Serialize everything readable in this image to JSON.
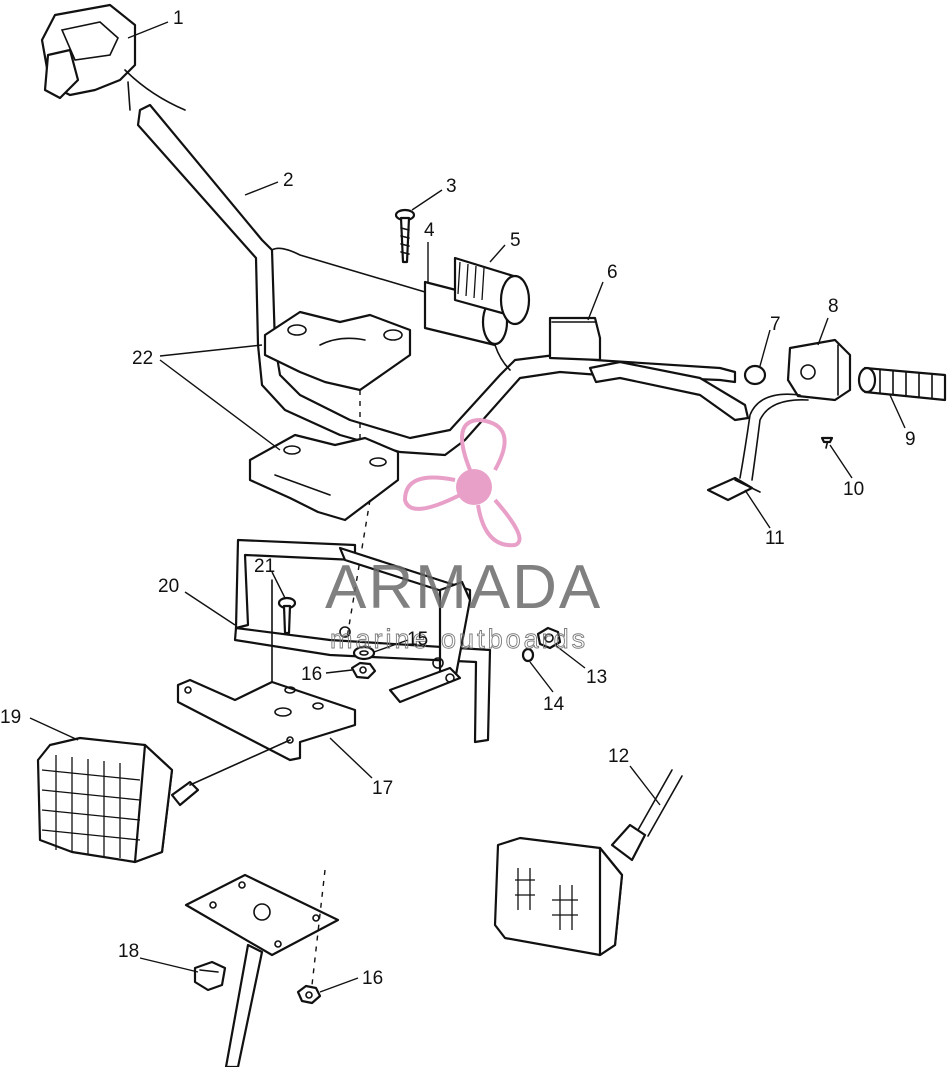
{
  "callouts": [
    {
      "id": "c1",
      "text": "1"
    },
    {
      "id": "c2",
      "text": "2"
    },
    {
      "id": "c3",
      "text": "3"
    },
    {
      "id": "c4",
      "text": "4"
    },
    {
      "id": "c5",
      "text": "5"
    },
    {
      "id": "c6",
      "text": "6"
    },
    {
      "id": "c7",
      "text": "7"
    },
    {
      "id": "c8",
      "text": "8"
    },
    {
      "id": "c9",
      "text": "9"
    },
    {
      "id": "c10",
      "text": "10"
    },
    {
      "id": "c11",
      "text": "11"
    },
    {
      "id": "c12",
      "text": "12"
    },
    {
      "id": "c13",
      "text": "13"
    },
    {
      "id": "c14",
      "text": "14"
    },
    {
      "id": "c15",
      "text": "15"
    },
    {
      "id": "c16a",
      "text": "16"
    },
    {
      "id": "c16b",
      "text": "16"
    },
    {
      "id": "c17",
      "text": "17"
    },
    {
      "id": "c18",
      "text": "18"
    },
    {
      "id": "c19",
      "text": "19"
    },
    {
      "id": "c20",
      "text": "20"
    },
    {
      "id": "c21",
      "text": "21"
    },
    {
      "id": "c22",
      "text": "22"
    }
  ],
  "watermark": {
    "brand": "ARMADA",
    "tagline": "marine outboards",
    "logo_color": "#e8a0c8",
    "text_color": "#6a6a6a"
  }
}
